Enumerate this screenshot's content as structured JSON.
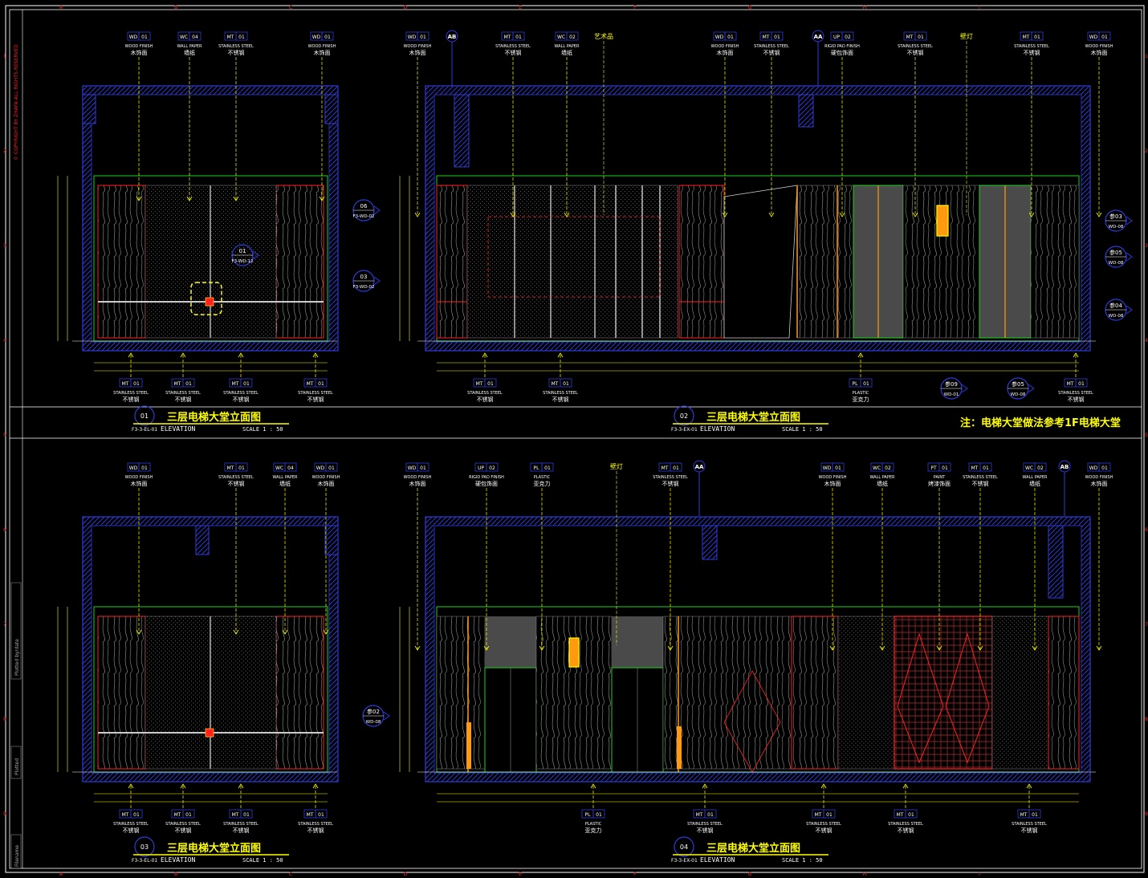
{
  "colors": {
    "background": "#000000",
    "frame": "#ffffff",
    "wall": "#2f3bd6",
    "finish": "#ffff00",
    "green": "#19d219",
    "red": "#ff2020",
    "orange": "#ff9a10",
    "gray": "#777777",
    "copyright": "#ff2020"
  },
  "sheet": {
    "copyright": "© COPYRIGHT BY ZHAFA ALL RIGHTS RESERVED",
    "grid_cols": [
      "A",
      "B",
      "C",
      "D",
      "E",
      "F",
      "G",
      "H",
      "I"
    ],
    "grid_rows": [
      "1",
      "2",
      "3",
      "4",
      "5",
      "6",
      "7",
      "8",
      "9"
    ],
    "side_labels": [
      "Plotted by/date",
      "Plotted",
      "Filename"
    ],
    "note": "注：电梯大堂做法参考1F电梯大堂"
  },
  "drawings": [
    {
      "number": "01",
      "title": "三层电梯大堂立面图",
      "subtitle": "ELEVATION",
      "ref": "F3-3-EL-01",
      "scale": "SCALE 1 : 50",
      "top_tags": [
        {
          "code": "WD",
          "num": "01",
          "en": "WOOD FINISH",
          "cn": "木饰面"
        },
        {
          "code": "WC",
          "num": "04",
          "en": "WALL PAPER",
          "cn": "墙纸"
        },
        {
          "code": "MT",
          "num": "01",
          "en": "STAINLESS STEEL",
          "cn": "不锈钢"
        },
        {
          "code": "WD",
          "num": "01",
          "en": "WOOD FINISH",
          "cn": "木饰面"
        }
      ],
      "bottom_tags": [
        {
          "code": "MT",
          "num": "01",
          "en": "STAINLESS STEEL",
          "cn": "不锈钢"
        },
        {
          "code": "MT",
          "num": "01",
          "en": "STAINLESS STEEL",
          "cn": "不锈钢"
        },
        {
          "code": "MT",
          "num": "01",
          "en": "STAINLESS STEEL",
          "cn": "不锈钢"
        },
        {
          "code": "MT",
          "num": "01",
          "en": "STAINLESS STEEL",
          "cn": "不锈钢"
        }
      ],
      "callouts": [
        {
          "num": "06",
          "ref": "F3-WD-02"
        },
        {
          "num": "01",
          "ref": "F3-WD-12"
        },
        {
          "num": "03",
          "ref": "F3-WD-02"
        }
      ]
    },
    {
      "number": "02",
      "title": "三层电梯大堂立面图",
      "subtitle": "ELEVATION",
      "ref": "F3-3-EX-01",
      "scale": "SCALE 1 : 50",
      "top_tags": [
        {
          "code": "WD",
          "num": "01",
          "en": "WOOD FINISH",
          "cn": "木饰面"
        },
        {
          "code": "MT",
          "num": "01",
          "en": "STAINLESS STEEL",
          "cn": "不锈钢"
        },
        {
          "code": "WC",
          "num": "02",
          "en": "WALL PAPER",
          "cn": "墙纸"
        },
        {
          "code": "WD",
          "num": "01",
          "en": "WOOD FINISH",
          "cn": "木饰面"
        },
        {
          "code": "MT",
          "num": "01",
          "en": "STAINLESS STEEL",
          "cn": "不锈钢"
        },
        {
          "code": "UP",
          "num": "02",
          "en": "RIGID PAD FINISH",
          "cn": "硬包饰面"
        },
        {
          "code": "MT",
          "num": "01",
          "en": "STAINLESS STEEL",
          "cn": "不锈钢"
        },
        {
          "code": "MT",
          "num": "01",
          "en": "STAINLESS STEEL",
          "cn": "不锈钢"
        },
        {
          "code": "WD",
          "num": "01",
          "en": "WOOD FINISH",
          "cn": "木饰面"
        }
      ],
      "extra_labels": [
        "艺术品",
        "壁灯"
      ],
      "section_marks": [
        "AB",
        "AA"
      ],
      "bottom_tags": [
        {
          "code": "MT",
          "num": "01",
          "en": "STAINLESS STEEL",
          "cn": "不锈钢"
        },
        {
          "code": "MT",
          "num": "01",
          "en": "STAINLESS STEEL",
          "cn": "不锈钢"
        },
        {
          "code": "PL",
          "num": "01",
          "en": "PLASTIC",
          "cn": "亚克力"
        },
        {
          "code": "MT",
          "num": "01",
          "en": "STAINLESS STEEL",
          "cn": "不锈钢"
        }
      ],
      "callouts": [
        {
          "num": "参03",
          "ref": "WD-08"
        },
        {
          "num": "参05",
          "ref": "WD-08"
        },
        {
          "num": "参04",
          "ref": "WD-08"
        },
        {
          "num": "参09",
          "ref": "WD-01"
        },
        {
          "num": "参05",
          "ref": "WD-08"
        }
      ]
    },
    {
      "number": "03",
      "title": "三层电梯大堂立面图",
      "subtitle": "ELEVATION",
      "ref": "F3-3-EL-01",
      "scale": "SCALE 1 : 50",
      "top_tags": [
        {
          "code": "WD",
          "num": "01",
          "en": "WOOD FINISH",
          "cn": "木饰面"
        },
        {
          "code": "MT",
          "num": "01",
          "en": "STAINLESS STEEL",
          "cn": "不锈钢"
        },
        {
          "code": "WC",
          "num": "04",
          "en": "WALL PAPER",
          "cn": "墙纸"
        },
        {
          "code": "WD",
          "num": "01",
          "en": "WOOD FINISH",
          "cn": "木饰面"
        }
      ],
      "bottom_tags": [
        {
          "code": "MT",
          "num": "01",
          "en": "STAINLESS STEEL",
          "cn": "不锈钢"
        },
        {
          "code": "MT",
          "num": "01",
          "en": "STAINLESS STEEL",
          "cn": "不锈钢"
        },
        {
          "code": "MT",
          "num": "01",
          "en": "STAINLESS STEEL",
          "cn": "不锈钢"
        },
        {
          "code": "MT",
          "num": "01",
          "en": "STAINLESS STEEL",
          "cn": "不锈钢"
        }
      ],
      "callouts": []
    },
    {
      "number": "04",
      "title": "三层电梯大堂立面图",
      "subtitle": "ELEVATION",
      "ref": "F3-3-EX-01",
      "scale": "SCALE 1 : 50",
      "top_tags": [
        {
          "code": "WD",
          "num": "01",
          "en": "WOOD FINISH",
          "cn": "木饰面"
        },
        {
          "code": "UP",
          "num": "02",
          "en": "RIGID PAD FINISH",
          "cn": "硬包饰面"
        },
        {
          "code": "PL",
          "num": "01",
          "en": "PLASTIC",
          "cn": "亚克力"
        },
        {
          "code": "MT",
          "num": "01",
          "en": "STAINLESS STEEL",
          "cn": "不锈钢"
        },
        {
          "code": "WD",
          "num": "01",
          "en": "WOOD FINISH",
          "cn": "木饰面"
        },
        {
          "code": "WC",
          "num": "02",
          "en": "WALL PAPER",
          "cn": "墙纸"
        },
        {
          "code": "PT",
          "num": "01",
          "en": "PAINT",
          "cn": "烤漆饰面"
        },
        {
          "code": "MT",
          "num": "01",
          "en": "STAINLESS STEEL",
          "cn": "不锈钢"
        },
        {
          "code": "WC",
          "num": "02",
          "en": "WALL PAPER",
          "cn": "墙纸"
        },
        {
          "code": "WD",
          "num": "01",
          "en": "WOOD FINISH",
          "cn": "木饰面"
        }
      ],
      "extra_labels": [
        "壁灯"
      ],
      "section_marks": [
        "AA",
        "AB"
      ],
      "bottom_tags": [
        {
          "code": "PL",
          "num": "01",
          "en": "PLASTIC",
          "cn": "亚克力"
        },
        {
          "code": "MT",
          "num": "01",
          "en": "STAINLESS STEEL",
          "cn": "不锈钢"
        },
        {
          "code": "MT",
          "num": "01",
          "en": "STAINLESS STEEL",
          "cn": "不锈钢"
        },
        {
          "code": "MT",
          "num": "01",
          "en": "STAINLESS STEEL",
          "cn": "不锈钢"
        },
        {
          "code": "MT",
          "num": "01",
          "en": "STAINLESS STEEL",
          "cn": "不锈钢"
        }
      ],
      "callouts": [
        {
          "num": "参02",
          "ref": "WD-08"
        }
      ]
    }
  ]
}
